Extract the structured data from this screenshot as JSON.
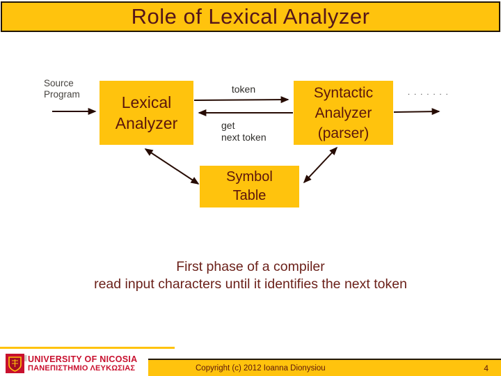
{
  "slide": {
    "title": "Role of Lexical Analyzer"
  },
  "diagram": {
    "source_label": {
      "lines": [
        "Source",
        "Program"
      ]
    },
    "lexical_box": {
      "lines": [
        "Lexical",
        "Analyzer"
      ]
    },
    "token_label": "token",
    "get_next_label": {
      "lines": [
        "get",
        "next token"
      ]
    },
    "syntactic_box": {
      "lines": [
        "Syntactic",
        "Analyzer",
        "(parser)"
      ]
    },
    "symbol_box": {
      "lines": [
        "Symbol",
        "Table"
      ]
    },
    "dots": ". . . . . . ."
  },
  "body": {
    "line1": "First phase of a compiler",
    "line2": "read input characters until it identifies the next token"
  },
  "footer": {
    "university_en": "UNIVERSITY OF NICOSIA",
    "university_gr": "ΠΑΝΕΠΙΣΤΗΜΙΟ ΛΕΥΚΩΣΙΑΣ",
    "copyright": "Copyright (c) 2012 Ioanna Dionysiou",
    "page_number": "4"
  },
  "colors": {
    "gold": "#FFC30D",
    "title_text": "#54151A",
    "box_text": "#5B150C",
    "body_text": "#6A1F18",
    "label_text": "#2E2C29",
    "arrow": "#260B03",
    "brand_red": "#C8102E"
  }
}
